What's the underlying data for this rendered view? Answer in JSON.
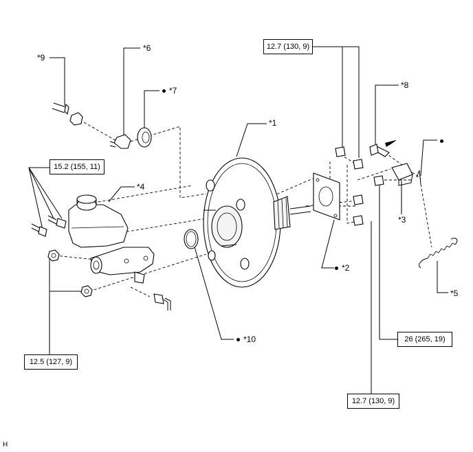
{
  "labels": {
    "l1": "*1",
    "l2": "*2",
    "l3": "*3",
    "l4": "*4",
    "l5": "*5",
    "l6": "*6",
    "l7": "*7",
    "l8": "*8",
    "l9": "*9",
    "l10": "*10"
  },
  "torque": {
    "t_top": "12.7 (130, 9)",
    "t_left": "15.2 (155, 11)",
    "t_clevis": "26 (265, 19)",
    "t_bottom_right": "12.7 (130, 9)",
    "t_bottom_left": "12.5 (127, 9)"
  },
  "corner_code": "H",
  "markers": {
    "dot_note": "●"
  }
}
